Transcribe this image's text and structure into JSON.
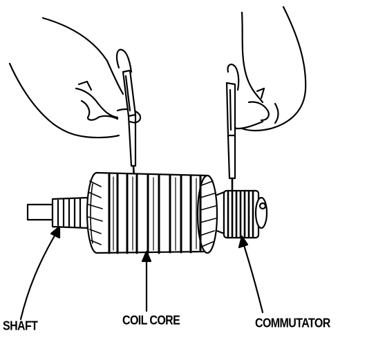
{
  "labels": {
    "shaft": "SHAFT",
    "coil_core": "COIL CORE",
    "commutator": "COMMUTATOR"
  },
  "colors": {
    "ink": "#000000",
    "paper": "#ffffff"
  }
}
